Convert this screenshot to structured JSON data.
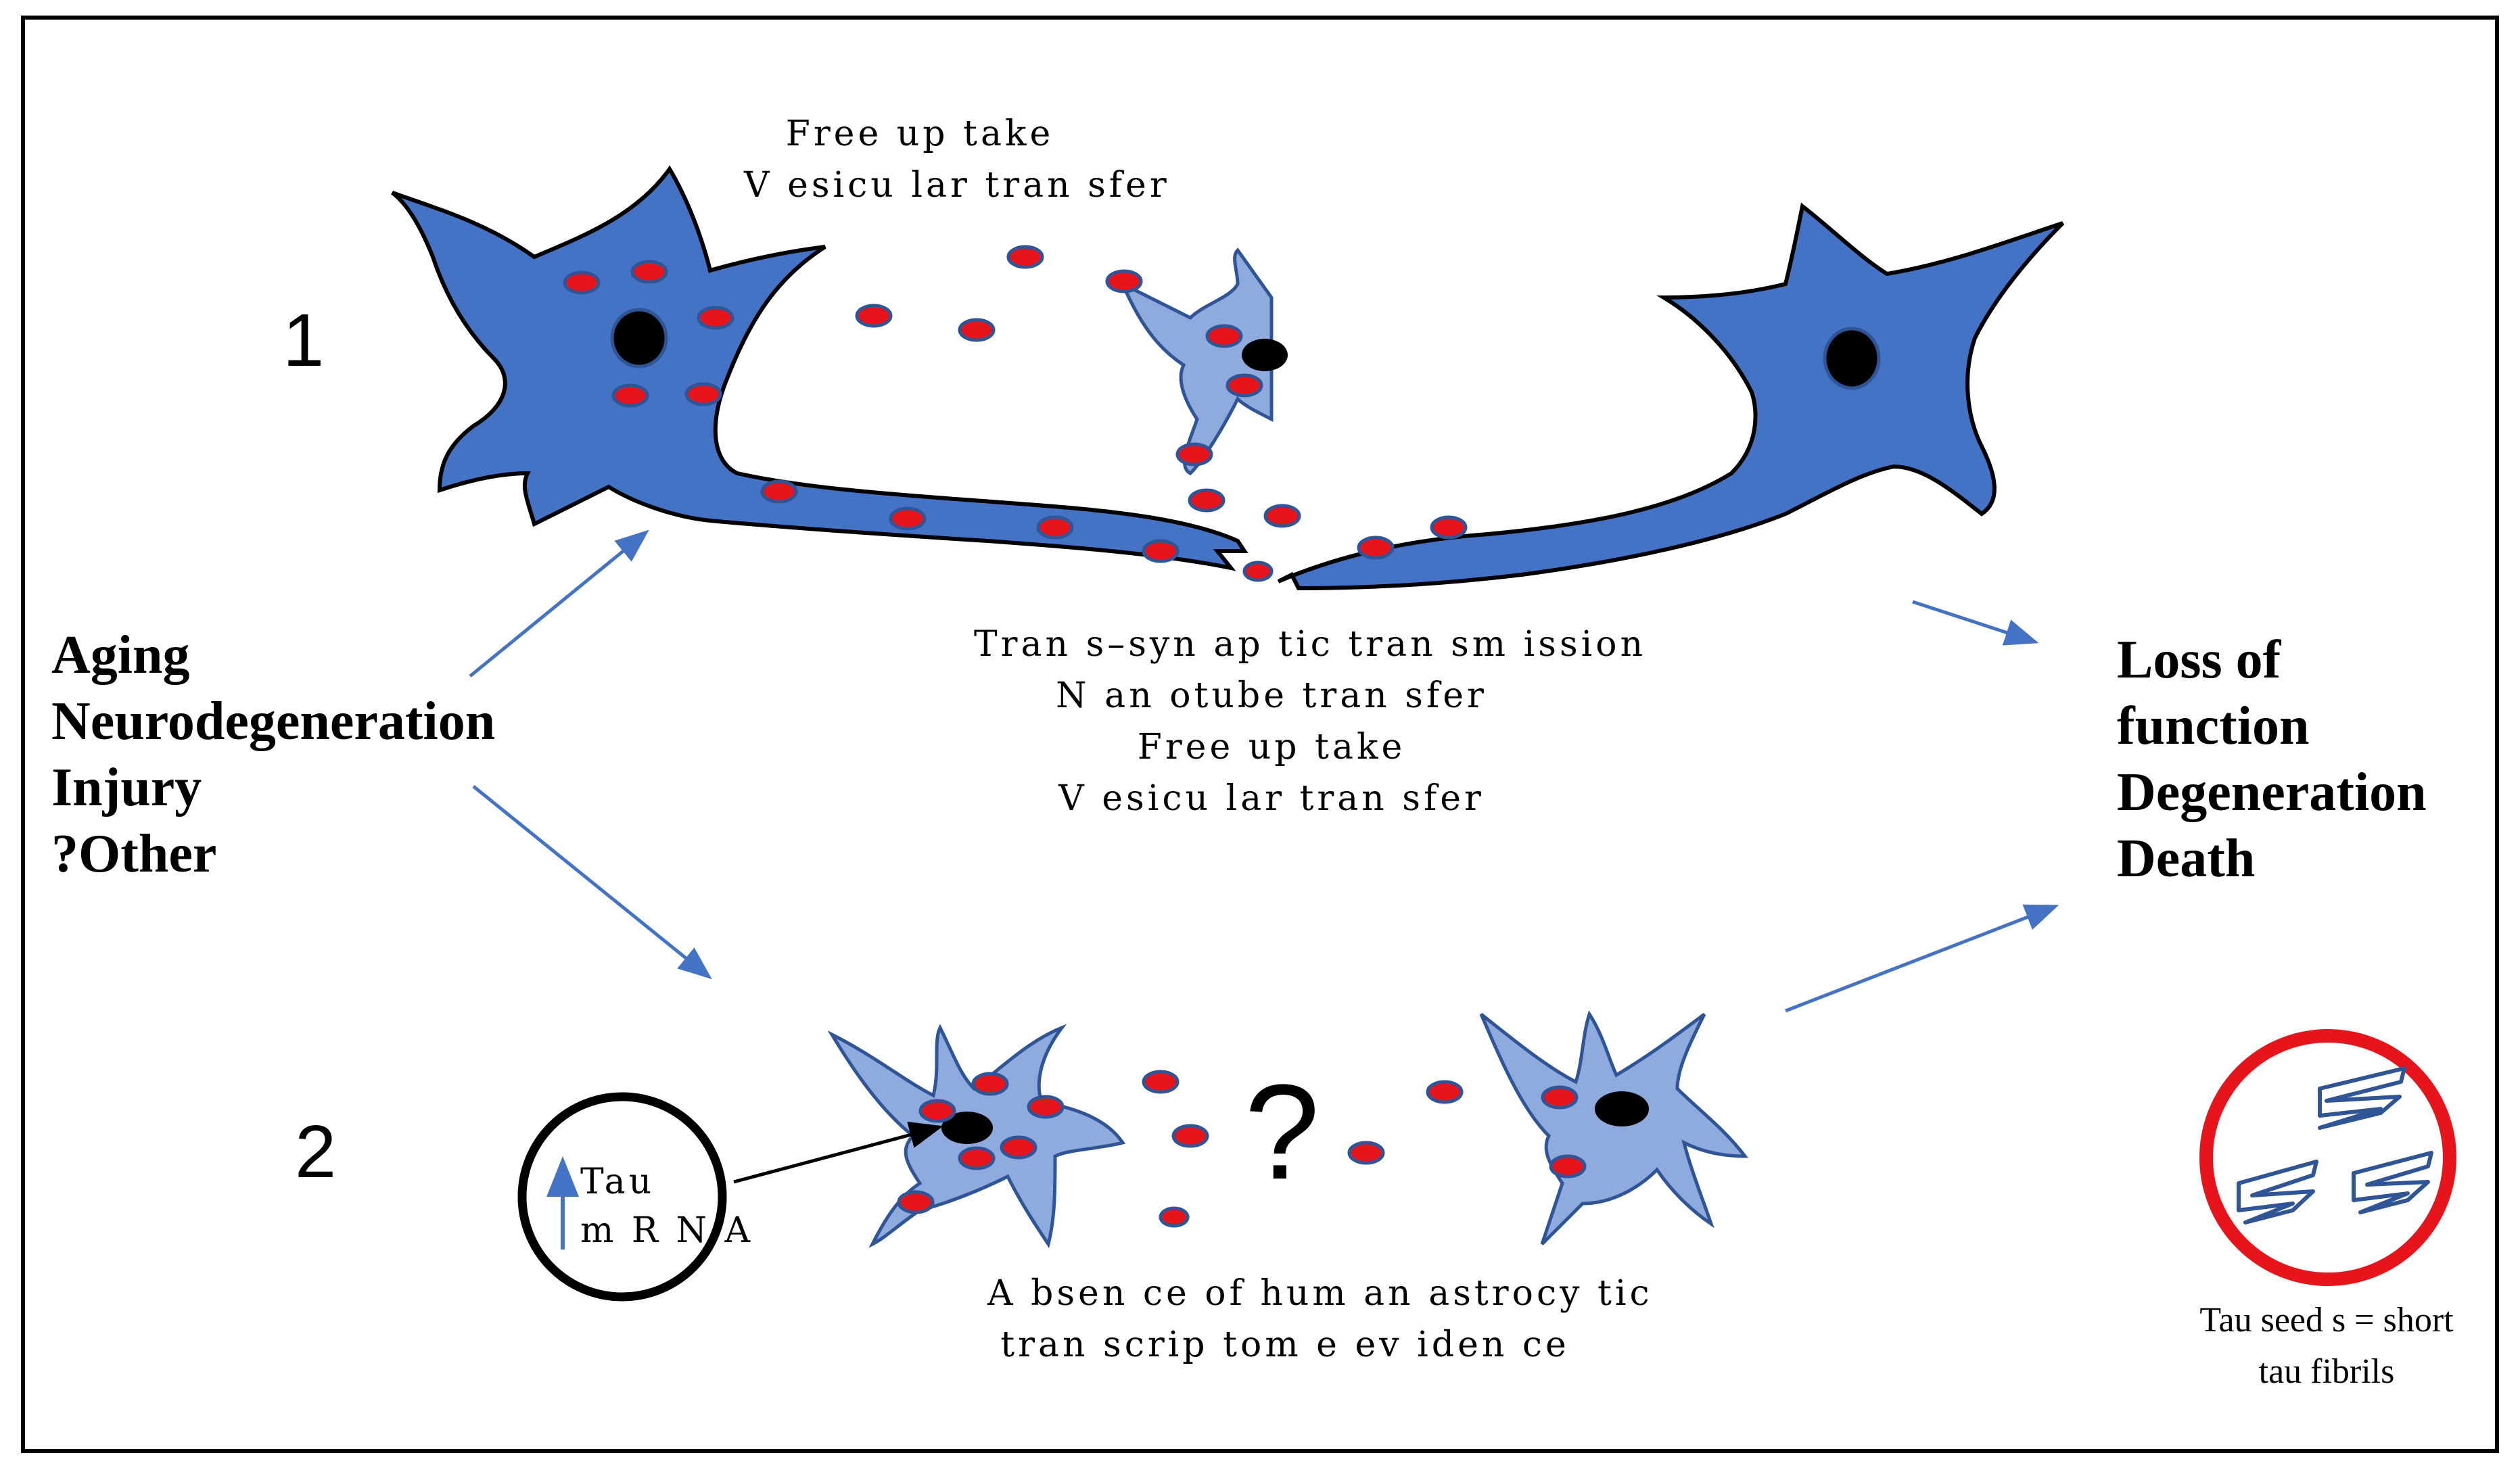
{
  "diagram": {
    "scenario_1_number": "1",
    "scenario_2_number": "2",
    "causes": [
      "Aging",
      "Neurodegeneration",
      "Injury",
      "?Other"
    ],
    "outcomes": [
      "Loss of",
      "function",
      "Degeneration",
      "Death"
    ],
    "top_transfer_labels": [
      "Free up take",
      "V esicu lar tran sfer"
    ],
    "synapse_transfer_labels": [
      "Tran s–syn ap tic tran sm  ission",
      "N an otube tran sfer",
      "Free up take",
      "V esicu lar tran sfer"
    ],
    "unknown_transfer_mark": "?",
    "astrocyte_labels": [
      "A bsen ce of hum  an  astrocy tic",
      "tran scrip tom  e ev iden ce"
    ],
    "mrna_circle": {
      "line1": "Tau",
      "line2": "m R N A"
    },
    "seed_labels": [
      "Tau  seed s = short",
      "tau fibrils"
    ]
  },
  "colors": {
    "neuron": "#4472c4",
    "astrocyte": "#8faadc",
    "tau_seed": "#e8141c",
    "arrow": "#4472c4",
    "seed_circle": "#e8141c"
  }
}
